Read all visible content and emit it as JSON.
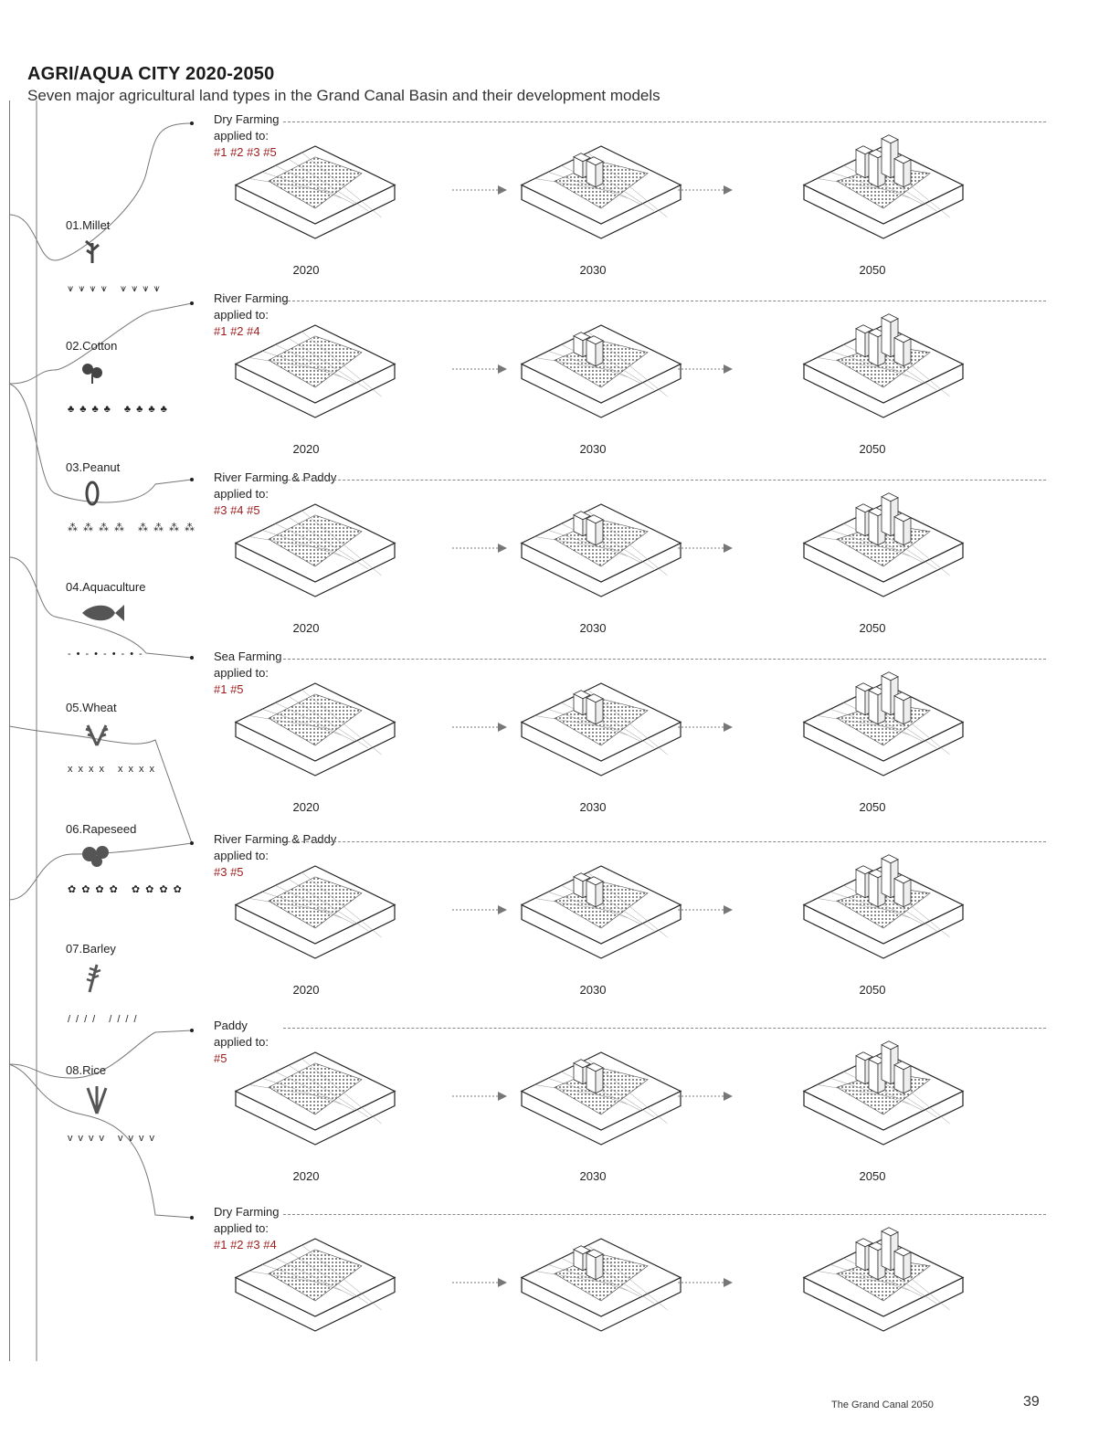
{
  "header": {
    "title": "AGRI/AQUA CITY 2020-2050",
    "subtitle": "Seven major agricultural land types in the Grand Canal Basin and their development models"
  },
  "crops": [
    {
      "label": "01.Millet",
      "icon": "millet-icon",
      "pattern": "⩛⩛⩛⩛ ⩛⩛⩛⩛"
    },
    {
      "label": "02.Cotton",
      "icon": "cotton-icon",
      "pattern": "♣♣♣♣ ♣♣♣♣"
    },
    {
      "label": "03.Peanut",
      "icon": "peanut-icon",
      "pattern": "⁂⁂⁂⁂ ⁂⁂⁂⁂"
    },
    {
      "label": "04.Aquaculture",
      "icon": "fish-icon",
      "pattern": "-•-•-•-•-"
    },
    {
      "label": "05.Wheat",
      "icon": "wheat-icon",
      "pattern": "xxxx xxxx"
    },
    {
      "label": "06.Rapeseed",
      "icon": "rapeseed-icon",
      "pattern": "✿✿✿✿ ✿✿✿✿"
    },
    {
      "label": "07.Barley",
      "icon": "barley-icon",
      "pattern": "//// ////"
    },
    {
      "label": "08.Rice",
      "icon": "rice-icon",
      "pattern": "vvvv vvvv"
    }
  ],
  "rows": [
    {
      "type": "Dry Farming",
      "applied": "applied to:",
      "tags": "#1 #2 #3 #5",
      "years": [
        "2020",
        "2030",
        "2050"
      ]
    },
    {
      "type": "River Farming",
      "applied": "applied to:",
      "tags": "#1 #2 #4",
      "years": [
        "2020",
        "2030",
        "2050"
      ]
    },
    {
      "type": "River Farming & Paddy",
      "applied": "applied to:",
      "tags": "#3 #4 #5",
      "years": [
        "2020",
        "2030",
        "2050"
      ]
    },
    {
      "type": "Sea Farming",
      "applied": "applied to:",
      "tags": "#1 #5",
      "years": [
        "2020",
        "2030",
        "2050"
      ]
    },
    {
      "type": "River Farming & Paddy",
      "applied": "applied to:",
      "tags": "#3 #5",
      "years": [
        "2020",
        "2030",
        "2050"
      ]
    },
    {
      "type": "Paddy",
      "applied": "applied to:",
      "tags": "#5",
      "years": [
        "2020",
        "2030",
        "2050"
      ]
    },
    {
      "type": "Dry Farming",
      "applied": "applied to:",
      "tags": "#1 #2 #3 #4",
      "years": [
        "",
        "",
        ""
      ]
    }
  ],
  "footer": {
    "text": "The Grand Canal 2050",
    "page": "39"
  },
  "colors": {
    "tag_red": "#9b1c1c",
    "line_gray": "#888888"
  }
}
